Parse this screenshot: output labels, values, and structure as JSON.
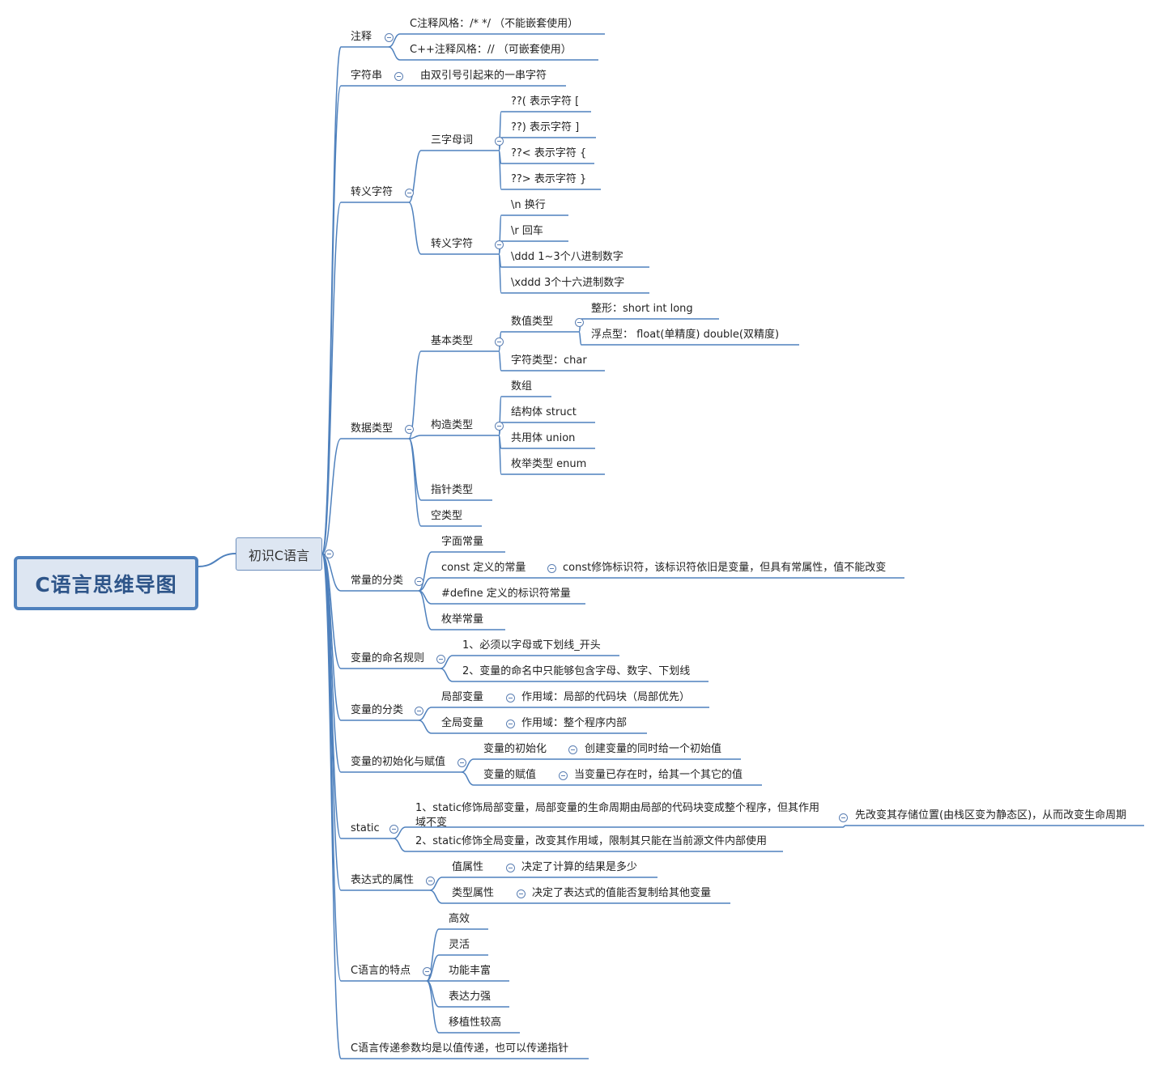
{
  "root": {
    "label": "C语言思维导图"
  },
  "main": {
    "label": "初识C语言"
  },
  "branches": [
    {
      "label": "注释",
      "children": [
        {
          "label": "C注释风格：/*  */    （不能嵌套使用）"
        },
        {
          "label": "C++注释风格：//     （可嵌套使用）"
        }
      ]
    },
    {
      "label": "字符串",
      "children": [
        {
          "label": "由双引号引起来的一串字符"
        }
      ]
    },
    {
      "label": "转义字符",
      "children": [
        {
          "label": "三字母词",
          "children": [
            {
              "label": "??( 表示字符 ["
            },
            {
              "label": "??)   表示字符 ]"
            },
            {
              "label": "??< 表示字符 {"
            },
            {
              "label": "??> 表示字符 }"
            }
          ]
        },
        {
          "label": "转义字符",
          "children": [
            {
              "label": "\\n  换行"
            },
            {
              "label": "\\r    回车"
            },
            {
              "label": "\\ddd    1~3个八进制数字"
            },
            {
              "label": "\\xddd    3个十六进制数字"
            }
          ]
        }
      ]
    },
    {
      "label": "数据类型",
      "children": [
        {
          "label": "基本类型",
          "children": [
            {
              "label": "数值类型",
              "children": [
                {
                  "label": "整形：short  int  long"
                },
                {
                  "label": "浮点型：  float(单精度)    double(双精度)"
                }
              ]
            },
            {
              "label": "字符类型：char"
            }
          ]
        },
        {
          "label": "构造类型",
          "children": [
            {
              "label": "数组"
            },
            {
              "label": "结构体 struct"
            },
            {
              "label": "共用体 union"
            },
            {
              "label": "枚举类型 enum"
            }
          ]
        },
        {
          "label": "指针类型"
        },
        {
          "label": "空类型"
        }
      ]
    },
    {
      "label": "常量的分类",
      "children": [
        {
          "label": "字面常量"
        },
        {
          "label": "const 定义的常量",
          "children": [
            {
              "label": "const修饰标识符，该标识符依旧是变量，但具有常属性，值不能改变"
            }
          ]
        },
        {
          "label": "#define 定义的标识符常量"
        },
        {
          "label": "枚举常量"
        }
      ]
    },
    {
      "label": "变量的命名规则",
      "children": [
        {
          "label": "1、必须以字母或下划线_开头"
        },
        {
          "label": "2、变量的命名中只能够包含字母、数字、下划线"
        }
      ]
    },
    {
      "label": "变量的分类",
      "children": [
        {
          "label": "局部变量",
          "children": [
            {
              "label": "作用域：局部的代码块（局部优先）"
            }
          ]
        },
        {
          "label": "全局变量",
          "children": [
            {
              "label": "作用域：整个程序内部"
            }
          ]
        }
      ]
    },
    {
      "label": "变量的初始化与赋值",
      "children": [
        {
          "label": "变量的初始化",
          "children": [
            {
              "label": "创建变量的同时给一个初始值"
            }
          ]
        },
        {
          "label": "变量的赋值",
          "children": [
            {
              "label": "当变量已存在时，给其一个其它的值"
            }
          ]
        }
      ]
    },
    {
      "label": "static",
      "children": [
        {
          "label": "1、static修饰局部变量，局部变量的生命周期由局部的代码块变成整个程序，但其作用域不变",
          "children": [
            {
              "label": "先改变其存储位置(由栈区变为静态区)，从而改变生命周期"
            }
          ]
        },
        {
          "label": "2、static修饰全局变量，改变其作用域，限制其只能在当前源文件内部使用"
        }
      ]
    },
    {
      "label": "表达式的属性",
      "children": [
        {
          "label": "值属性",
          "children": [
            {
              "label": "决定了计算的结果是多少"
            }
          ]
        },
        {
          "label": "类型属性",
          "children": [
            {
              "label": "决定了表达式的值能否复制给其他变量"
            }
          ]
        }
      ]
    },
    {
      "label": "C语言的特点",
      "children": [
        {
          "label": "高效"
        },
        {
          "label": "灵活"
        },
        {
          "label": "功能丰富"
        },
        {
          "label": "表达力强"
        },
        {
          "label": "移植性较高"
        }
      ]
    },
    {
      "label": "C语言传递参数均是以值传递，也可以传递指针"
    }
  ],
  "colors": {
    "line": "#4f81bd",
    "root_fill": "#dde6f2",
    "root_border": "#4f81bd",
    "root_text": "#2e5589"
  }
}
